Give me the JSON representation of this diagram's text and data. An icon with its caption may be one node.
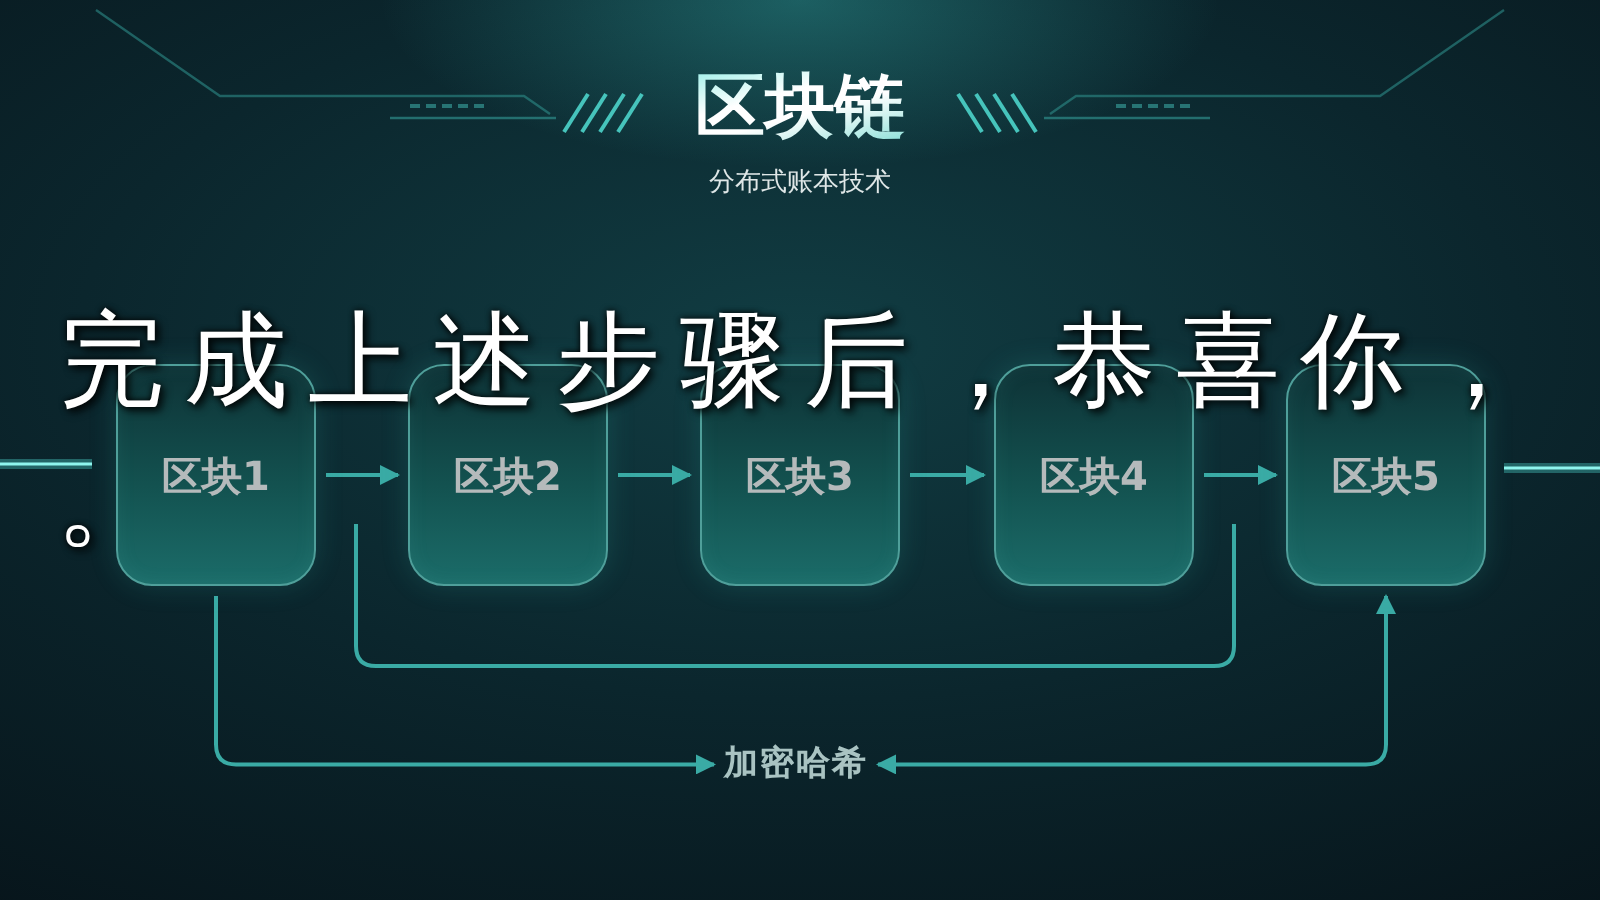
{
  "diagram": {
    "title": "区块链",
    "nodes": [
      {
        "text": [
          "区块1"
        ]
      },
      {
        "text": [
          "区块2"
        ]
      },
      {
        "text": [
          "区块3"
        ]
      },
      {
        "text": [
          "区块4"
        ]
      },
      {
        "text": [
          "区块5"
        ]
      },
      {
        "text": [
          "加密哈希"
        ]
      }
    ],
    "edges": [
      {
        "from": 0,
        "to": 1,
        "arrow": "to"
      },
      {
        "from": 1,
        "to": 2,
        "arrow": "to"
      },
      {
        "from": 2,
        "to": 3,
        "arrow": "to"
      },
      {
        "from": 3,
        "to": 4,
        "arrow": "to"
      },
      {
        "from": 0,
        "to": 5,
        "arrow": "to"
      },
      {
        "from": 5,
        "to": 4,
        "arrow": "both"
      }
    ],
    "labels": [
      "分布式账本技术",
      "完成上述步骤后，恭喜你，",
      "。"
    ]
  }
}
